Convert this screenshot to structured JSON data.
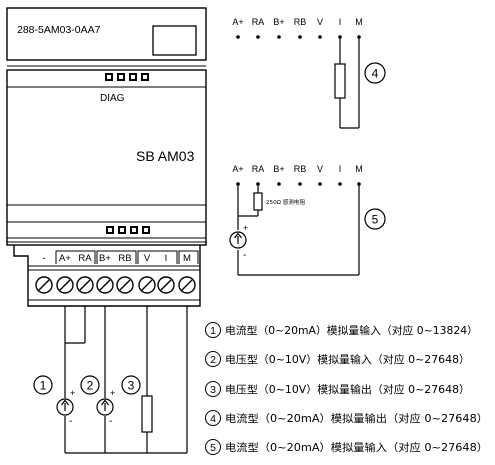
{
  "module": {
    "part_number": "288-5AM03-0AA7",
    "diag_label": "DIAG",
    "model": "SB AM03",
    "terminals": [
      "-",
      "A+",
      "RA",
      "B+",
      "RB",
      "V",
      "I",
      "M"
    ]
  },
  "detail_top": {
    "number": "4",
    "labels": [
      "A+",
      "RA",
      "B+",
      "RB",
      "V",
      "I",
      "M"
    ]
  },
  "detail_bottom": {
    "number": "5",
    "labels": [
      "A+",
      "RA",
      "B+",
      "RB",
      "V",
      "I",
      "M"
    ],
    "resistor_label": "250Ω 感测电阻",
    "plus": "+",
    "minus": "-"
  },
  "bottom_wiring": {
    "numbers": [
      "1",
      "2",
      "3"
    ],
    "plus": "+",
    "minus": "-"
  },
  "legend": [
    {
      "num": "1",
      "text": "电流型（0~20mA）模拟量输入（对应 0~13824）"
    },
    {
      "num": "2",
      "text": "电压型（0~10V）模拟量输入（对应 0~27648）"
    },
    {
      "num": "3",
      "text": "电压型（0~10V）模拟量输出（对应 0~27648）"
    },
    {
      "num": "4",
      "text": "电流型（0~20mA）模拟量输出（对应 0~27648）"
    },
    {
      "num": "5",
      "text": "电流型（0~20mA）模拟量输入（对应 0~27648）"
    }
  ]
}
